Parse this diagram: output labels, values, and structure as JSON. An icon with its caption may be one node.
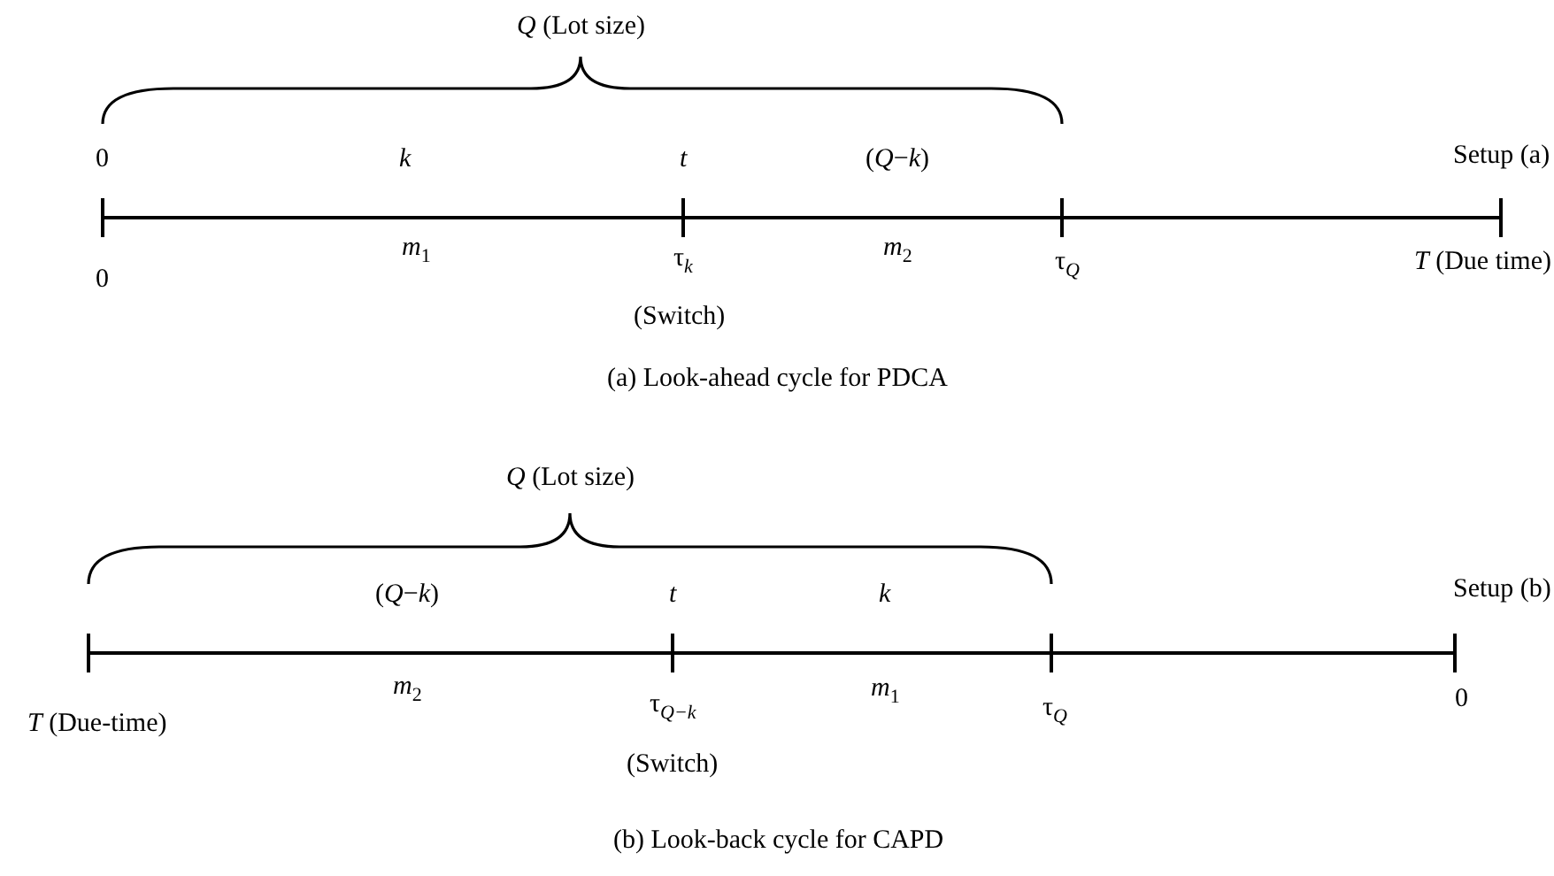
{
  "diagram": {
    "labels": [
      "*Q* (Lot size)",
      "0",
      "k",
      "t",
      "(*Q*−*k*)",
      "Setup (a)",
      "*m*$_{1}$",
      "τ$_{k}$",
      "*m*$_{2}$",
      "τ$_{Q}$",
      "*T* (Due time)",
      "0",
      "(Switch)",
      "(a) Look-ahead cycle for PDCA",
      "*Q* (Lot size)",
      "(*Q*−*k*)",
      "t",
      "k",
      "Setup (b)",
      "*m*$_{2}$",
      "τ$_{Q−k}$",
      "*m*$_{1}$",
      "τ$_{Q}$",
      "*T* (Due-time)",
      "0",
      "(Switch)",
      "(b) Look-back cycle for CAPD"
    ]
  }
}
